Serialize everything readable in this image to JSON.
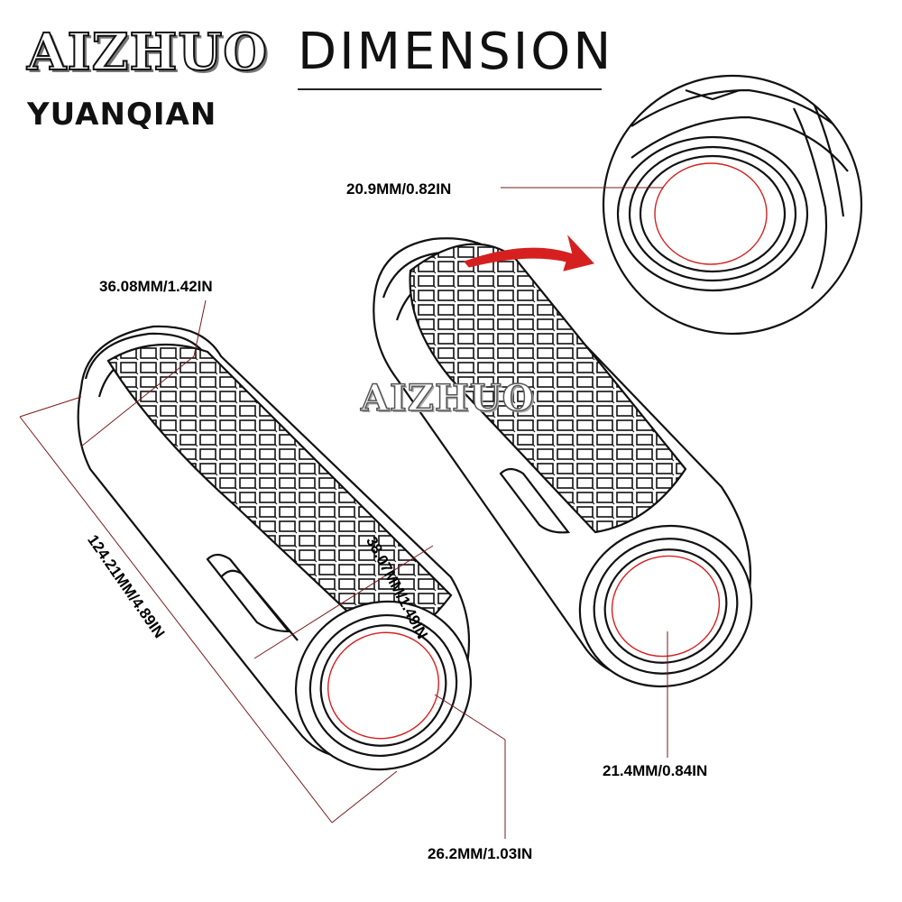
{
  "brand": {
    "logo_text": "AIZHUO",
    "sub_text": "YUANQIAN"
  },
  "title": "DIMENSION",
  "watermark": "AIZHUO",
  "colors": {
    "outline": "#111111",
    "accent_red": "#d62020",
    "dimension_line": "#7a1a1a"
  },
  "dimensions": {
    "outer_diameter_end": "36.08MM/1.42IN",
    "outer_diameter_mid": "38.07MM/1.49IN",
    "length": "124.21MM/4.89IN",
    "bore_outer_end": "26.2MM/1.03IN",
    "bore_inner_left": "21.4MM/0.84IN",
    "bore_inner_detail": "20.9MM/0.82IN"
  }
}
